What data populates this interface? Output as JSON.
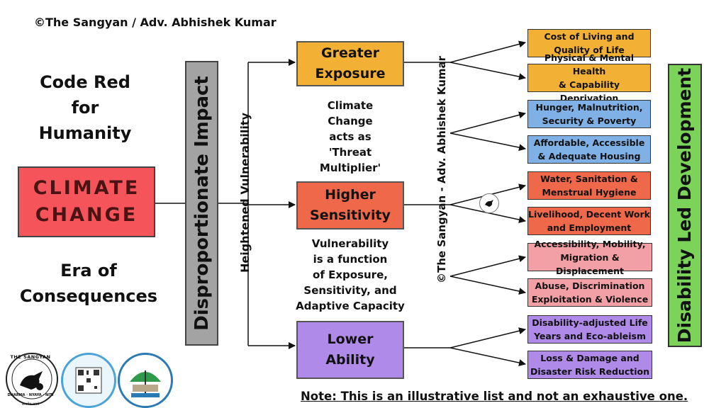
{
  "header": {
    "copyright": "©The Sangyan / Adv. Abhishek Kumar"
  },
  "left": {
    "code_red": "Code Red\nfor\nHumanity",
    "climate_change": "CLIMATE\nCHANGE",
    "era": "Era of\nConsequences"
  },
  "vertical": {
    "disproportionate": "Disproportionate Impact",
    "heightened": "Heightened Vulnerability",
    "watermark": "©The Sangyan - Adv. Abhishek Kumar",
    "disability_led": "Disability Led Development"
  },
  "factors": {
    "exposure": "Greater\nExposure",
    "sensitivity": "Higher\nSensitivity",
    "ability": "Lower\nAbility"
  },
  "middle_text": {
    "threat": "Climate\nChange\nacts as\n'Threat\nMultiplier'",
    "vulnerability": "Vulnerability\nis a function\nof Exposure,\nSensitivity, and\nAdaptive Capacity"
  },
  "categories": [
    {
      "label": "Cost of Living and\nQuality of Life",
      "color": "#f2b134"
    },
    {
      "label": "Physical & Mental Health\n& Capability Deprivation",
      "color": "#f2b134"
    },
    {
      "label": "Hunger, Malnutrition,\nSecurity & Poverty",
      "color": "#7fb0e6"
    },
    {
      "label": "Affordable, Accessible\n& Adequate Housing",
      "color": "#7fb0e6"
    },
    {
      "label": "Water, Sanitation  &\nMenstrual Hygiene",
      "color": "#f0684a"
    },
    {
      "label": "Livelihood, Decent Work\nand Employment",
      "color": "#f0684a"
    },
    {
      "label": "Accessibility, Mobility,\nMigration & Displacement",
      "color": "#f2a0a6"
    },
    {
      "label": "Abuse, Discrimination\nExploitation & Violence",
      "color": "#f2a0a6"
    },
    {
      "label": "Disability-adjusted Life\nYears  and Eco-ableism",
      "color": "#b08ae8"
    },
    {
      "label": "Loss & Damage and\nDisaster Risk Reduction",
      "color": "#b08ae8"
    }
  ],
  "note": "Note: This is an illustrative list and not an exhaustive one.",
  "logos": {
    "sangyan_top": "THE SANGYAN",
    "sangyan_bottom": "DHARMA · NYAYA · NITI",
    "sangyan_sub": "सत्यमेव जयते"
  },
  "colors": {
    "climate": "#f5555a",
    "exposure": "#f2b134",
    "sensitivity": "#f0684a",
    "ability": "#b08ae8",
    "disproportionate": "#a3a3a3",
    "disability_led": "#7cd35a"
  }
}
